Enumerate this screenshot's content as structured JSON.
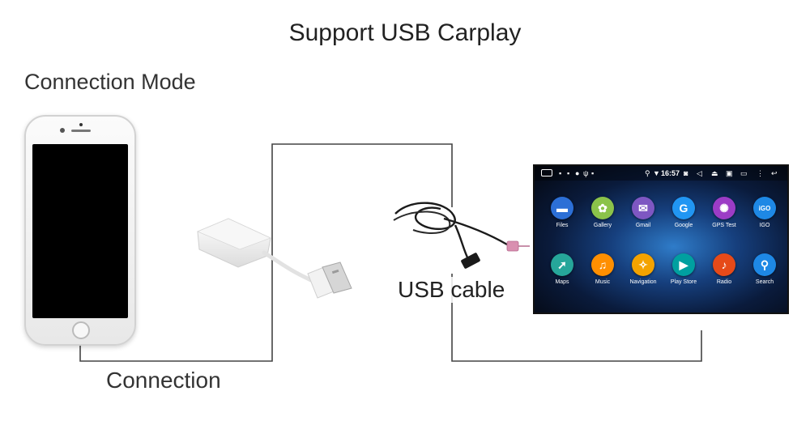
{
  "title": "Support USB Carplay",
  "section_heading": "Connection Mode",
  "labels": {
    "connection": "Connection",
    "usb_cable": "USB cable"
  },
  "head_unit": {
    "clock": "16:57",
    "apps_row1": [
      {
        "label": "Files",
        "icon": "folder-icon",
        "color": "#2c6fd6",
        "glyph": "▬"
      },
      {
        "label": "Gallery",
        "icon": "palette-icon",
        "color": "#8bc34a",
        "glyph": "✿"
      },
      {
        "label": "Gmail",
        "icon": "mail-icon",
        "color": "#7e57c2",
        "glyph": "✉"
      },
      {
        "label": "Google",
        "icon": "google-icon",
        "color": "#2196f3",
        "glyph": "G"
      },
      {
        "label": "GPS Test",
        "icon": "satellite-icon",
        "color": "#9c3cc6",
        "glyph": "✺"
      },
      {
        "label": "IGO",
        "icon": "igo-icon",
        "color": "#1e88e5",
        "glyph": "iGO"
      }
    ],
    "apps_row2": [
      {
        "label": "Maps",
        "icon": "maps-icon",
        "color": "#26a69a",
        "glyph": "➚"
      },
      {
        "label": "Music",
        "icon": "music-icon",
        "color": "#ff8f00",
        "glyph": "♫"
      },
      {
        "label": "Navigation",
        "icon": "compass-icon",
        "color": "#f4a300",
        "glyph": "✧"
      },
      {
        "label": "Play Store",
        "icon": "play-store-icon",
        "color": "#00a0a0",
        "glyph": "▶"
      },
      {
        "label": "Radio",
        "icon": "radio-icon",
        "color": "#e64a19",
        "glyph": "♪"
      },
      {
        "label": "Search",
        "icon": "search-icon",
        "color": "#1e88e5",
        "glyph": "⚲"
      }
    ]
  },
  "colors": {
    "wire": "#444444",
    "text": "#222222"
  }
}
